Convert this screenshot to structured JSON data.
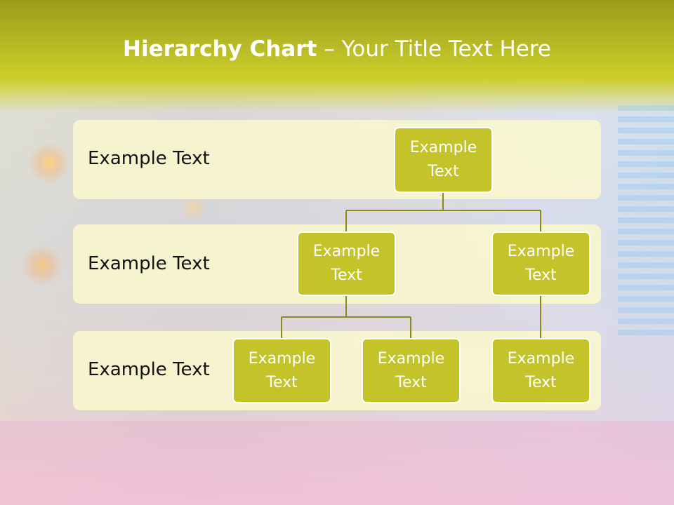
{
  "title": {
    "bold": "Hierarchy Chart",
    "rest": " – Your Title Text Here"
  },
  "rows": [
    {
      "label": "Example Text"
    },
    {
      "label": "Example Text"
    },
    {
      "label": "Example Text"
    }
  ],
  "nodes": {
    "root": "Example Text",
    "l2_left": "Example Text",
    "l2_right": "Example Text",
    "l3_a": "Example Text",
    "l3_b": "Example Text",
    "l3_c": "Example Text"
  },
  "colors": {
    "banner": "#cccf2a",
    "node_fill": "#c4c32a",
    "connector": "#8c8a14",
    "row_band": "#faf8cd"
  }
}
